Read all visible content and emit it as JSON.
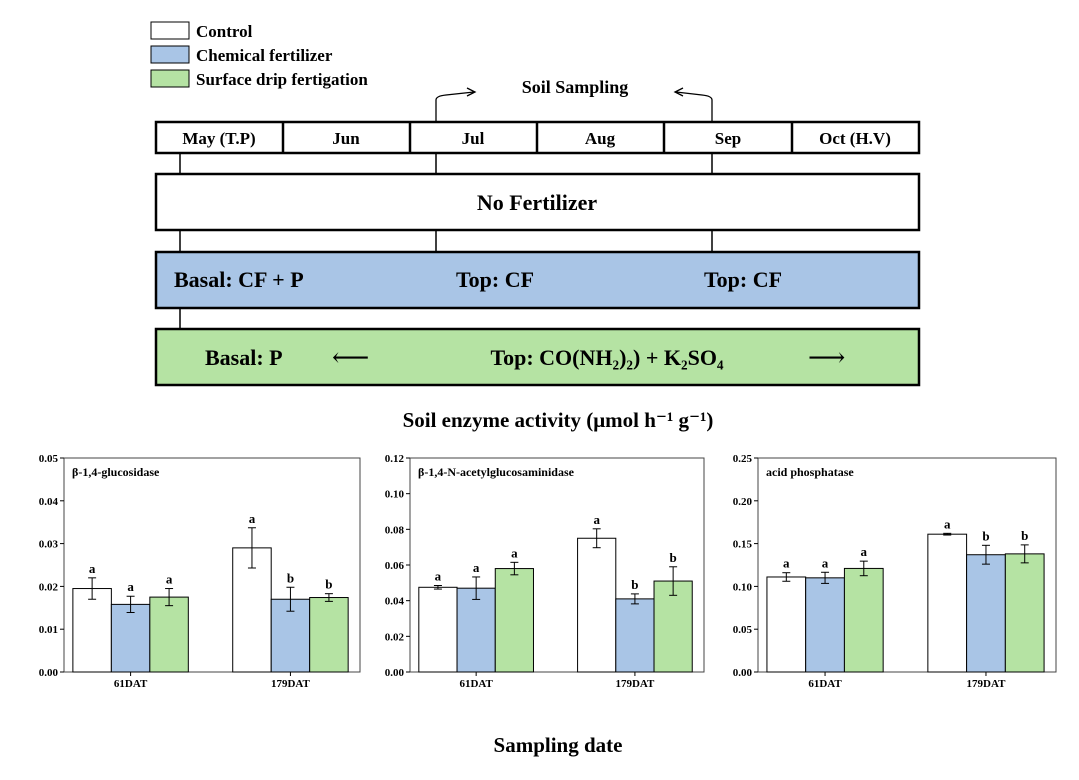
{
  "colors": {
    "control": "#ffffff",
    "chemical_fertilizer": "#a9c5e6",
    "surface_drip": "#b5e3a3",
    "stroke": "#000000"
  },
  "legend": [
    {
      "key": "control",
      "label": "Control"
    },
    {
      "key": "chemical_fertilizer",
      "label": "Chemical fertilizer"
    },
    {
      "key": "surface_drip",
      "label": "Surface drip fertigation"
    }
  ],
  "schedule": {
    "sampling_label": "Soil Sampling",
    "months": [
      "May (T.P)",
      "Jun",
      "Jul",
      "Aug",
      "Sep",
      "Oct (H.V)"
    ],
    "control_row": "No Fertilizer",
    "cf_row": [
      "Basal: CF + P",
      "Top: CF",
      "Top: CF"
    ],
    "drip_row": {
      "basal": "Basal: P",
      "top": "Top: CO(NH₂)₂) + K₂SO₄",
      "left_arrow": "⟵",
      "right_arrow": "⟶"
    }
  },
  "section_title": "Soil enzyme activity (μmol h⁻¹ g⁻¹)",
  "x_title": "Sampling date",
  "chart_data": [
    {
      "type": "bar",
      "title": "β-1,4-glucosidase",
      "categories": [
        "61DAT",
        "179DAT"
      ],
      "ylim": [
        0,
        0.05
      ],
      "yticks": [
        "0.00",
        "0.01",
        "0.02",
        "0.03",
        "0.04",
        "0.05"
      ],
      "series": [
        {
          "name": "Control",
          "values": [
            0.0195,
            0.029
          ],
          "errors": [
            0.0025,
            0.0047
          ],
          "letters": [
            "a",
            "a"
          ]
        },
        {
          "name": "Chemical fertilizer",
          "values": [
            0.0158,
            0.017
          ],
          "errors": [
            0.0019,
            0.0028
          ],
          "letters": [
            "a",
            "b"
          ]
        },
        {
          "name": "Surface drip fertigation",
          "values": [
            0.0175,
            0.0174
          ],
          "errors": [
            0.002,
            0.0009
          ],
          "letters": [
            "a",
            "b"
          ]
        }
      ]
    },
    {
      "type": "bar",
      "title": "β-1,4-N-acetylglucosaminidase",
      "categories": [
        "61DAT",
        "179DAT"
      ],
      "ylim": [
        0,
        0.12
      ],
      "yticks": [
        "0.00",
        "0.02",
        "0.04",
        "0.06",
        "0.08",
        "0.10",
        "0.12"
      ],
      "series": [
        {
          "name": "Control",
          "values": [
            0.0475,
            0.075
          ],
          "errors": [
            0.001,
            0.0053
          ],
          "letters": [
            "a",
            "a"
          ]
        },
        {
          "name": "Chemical fertilizer",
          "values": [
            0.047,
            0.041
          ],
          "errors": [
            0.0063,
            0.0028
          ],
          "letters": [
            "a",
            "b"
          ]
        },
        {
          "name": "Surface drip fertigation",
          "values": [
            0.058,
            0.051
          ],
          "errors": [
            0.0035,
            0.008
          ],
          "letters": [
            "a",
            "b"
          ]
        }
      ]
    },
    {
      "type": "bar",
      "title": "acid phosphatase",
      "categories": [
        "61DAT",
        "179DAT"
      ],
      "ylim": [
        0,
        0.25
      ],
      "yticks": [
        "0.00",
        "0.05",
        "0.10",
        "0.15",
        "0.20",
        "0.25"
      ],
      "series": [
        {
          "name": "Control",
          "values": [
            0.111,
            0.161
          ],
          "errors": [
            0.005,
            0.001
          ],
          "letters": [
            "a",
            "a"
          ]
        },
        {
          "name": "Chemical fertilizer",
          "values": [
            0.11,
            0.137
          ],
          "errors": [
            0.0065,
            0.011
          ],
          "letters": [
            "a",
            "b"
          ]
        },
        {
          "name": "Surface drip fertigation",
          "values": [
            0.121,
            0.138
          ],
          "errors": [
            0.0085,
            0.0105
          ],
          "letters": [
            "a",
            "b"
          ]
        }
      ]
    }
  ]
}
